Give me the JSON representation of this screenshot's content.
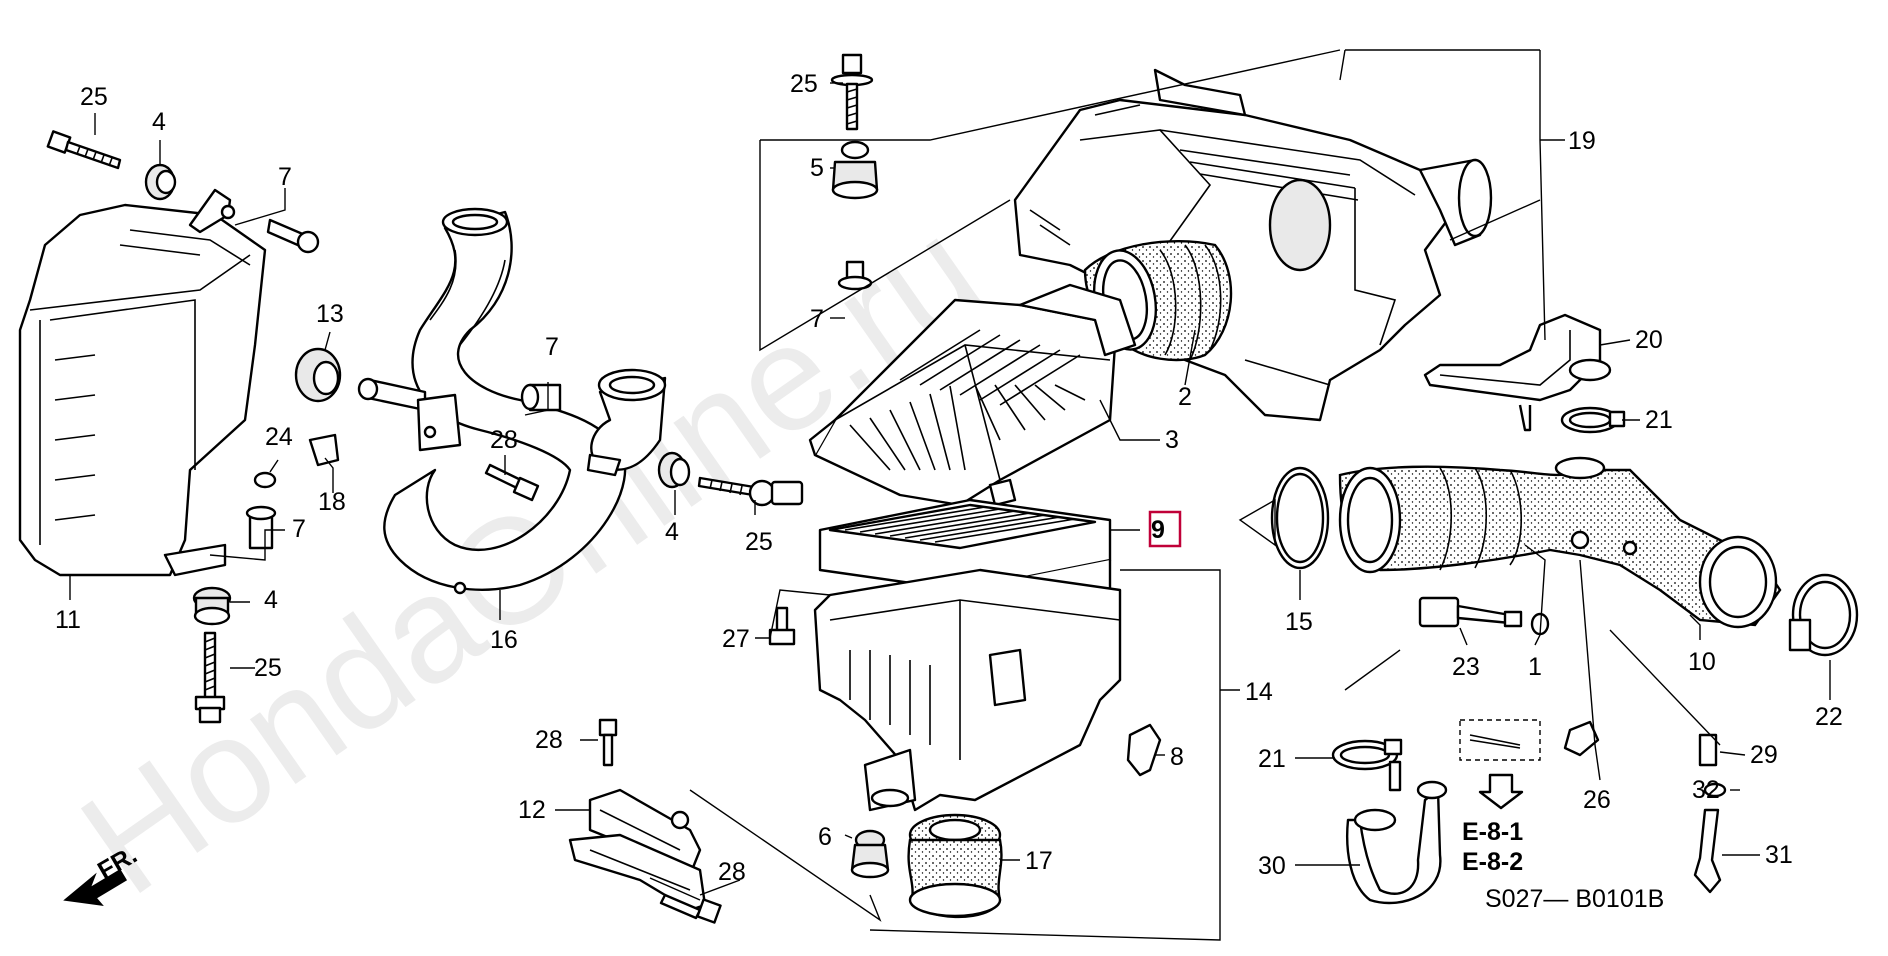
{
  "watermark": "HondaOnline.ru",
  "diagram_code": "S027— B0101B",
  "direction_label": "FR.",
  "highlighted_part": "9",
  "references": [
    "E-8-1",
    "E-8-2"
  ],
  "callouts": {
    "c25a": "25",
    "c4a": "4",
    "c7a": "7",
    "c13": "13",
    "c24": "24",
    "c18": "18",
    "c7b": "7",
    "c11": "11",
    "c4b": "4",
    "c25b": "25",
    "c16": "16",
    "c7c": "7",
    "c28a": "28",
    "c4c": "4",
    "c25c": "25",
    "c25d": "25",
    "c5": "5",
    "c7d": "7",
    "c19": "19",
    "c2": "2",
    "c3": "3",
    "c9": "9",
    "c20": "20",
    "c21a": "21",
    "c15": "15",
    "c23": "23",
    "c1": "1",
    "c10": "10",
    "c22": "22",
    "c27": "27",
    "c14": "14",
    "c8": "8",
    "c28b": "28",
    "c12": "12",
    "c6": "6",
    "c17": "17",
    "c28c": "28",
    "c21b": "21",
    "c30": "30",
    "c26": "26",
    "c29": "29",
    "c32": "32",
    "c31": "31"
  }
}
